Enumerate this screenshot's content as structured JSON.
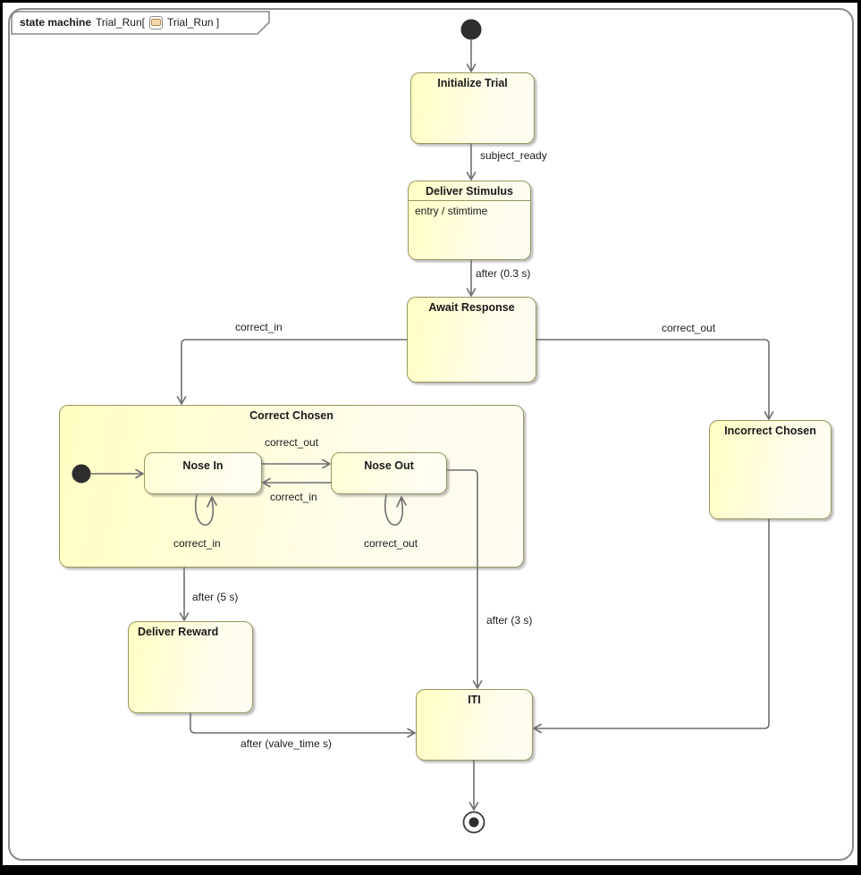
{
  "frame": {
    "keyword": "state machine",
    "name_left": "Trial_Run[",
    "name_right": "Trial_Run ]",
    "icon": "state-machine-diagram-icon"
  },
  "states": {
    "initialize_trial": {
      "title": "Initialize Trial"
    },
    "deliver_stimulus": {
      "title": "Deliver Stimulus",
      "entry": "entry / stimtime"
    },
    "await_response": {
      "title": "Await Response"
    },
    "correct_chosen": {
      "title": "Correct Chosen"
    },
    "nose_in": {
      "title": "Nose In"
    },
    "nose_out": {
      "title": "Nose Out"
    },
    "incorrect_chosen": {
      "title": "Incorrect Chosen"
    },
    "deliver_reward": {
      "title": "Deliver Reward"
    },
    "iti": {
      "title": "ITI"
    }
  },
  "labels": {
    "subject_ready": "subject_ready",
    "after_03s": "after (0.3 s)",
    "correct_in_branch": "correct_in",
    "correct_out_branch": "correct_out",
    "inner_correct_out": "correct_out",
    "inner_correct_in": "correct_in",
    "loop_correct_in": "correct_in",
    "loop_correct_out": "correct_out",
    "after_5s": "after (5 s)",
    "after_3s": "after (3 s)",
    "after_valve_time": "after (valve_time s)"
  },
  "colors": {
    "state_fill_start": "#ffffc2",
    "state_fill_end": "#fffdf3",
    "state_border": "#96965e",
    "wire": "#6f6f6f",
    "frame_border": "#8a8a8a",
    "text": "#1a1a1a",
    "outer_border": "#000000"
  },
  "nodes": {
    "initial_top": "initial-pseudostate",
    "initial_inner": "initial-pseudostate",
    "final": "final-state"
  }
}
